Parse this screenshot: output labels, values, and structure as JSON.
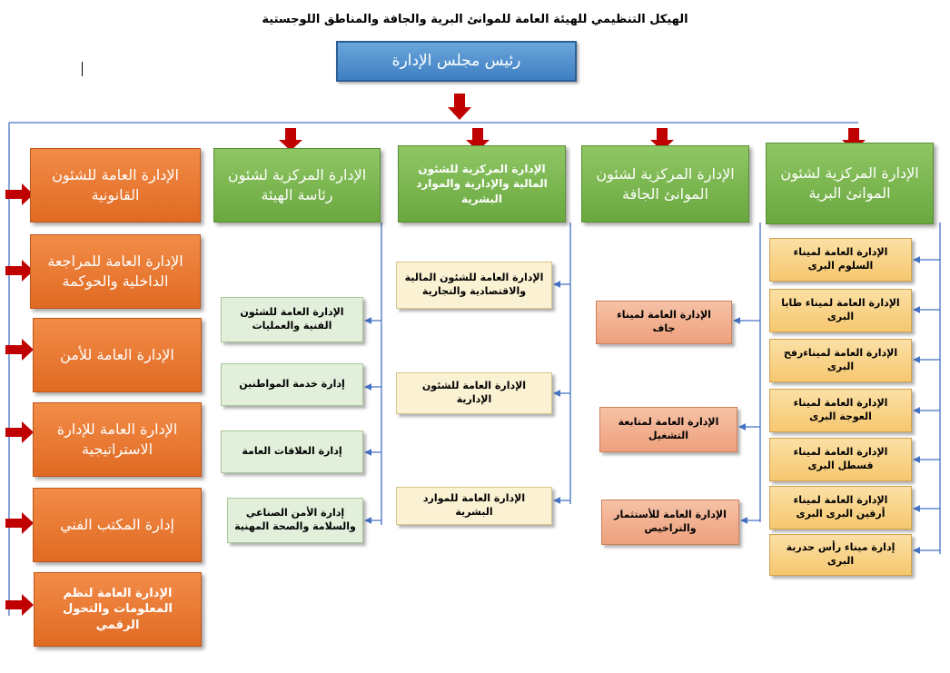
{
  "title": "الهيكل التنظيمي للهيئة العامة للموانئ البرية والجافة والمناطق اللوجستية",
  "chairman": "رئيس مجلس الإدارة",
  "central": {
    "land": "الإدارة المركزية لشئون الموانئ البرية",
    "dry": "الإدارة المركزية لشئون الموانئ الجافة",
    "finance": "الإدارة المركزية للشئون المالية والإدارية والموارد البشرية",
    "presidency": "الإدارة المركزية لشئون رئاسة الهيئة"
  },
  "general": {
    "legal": "الإدارة العامة للشئون القانونية",
    "audit": "الإدارة العامة للمراجعة الداخلية والحوكمة",
    "security": "الإدارة العامة للأمن",
    "strategy": "الإدارة العامة للإدارة الاستراتيجية",
    "tech_office": "إدارة المكتب الفني",
    "it": "الإدارة العامة لنظم المعلومات والتحول الرقمي"
  },
  "presidency_units": [
    "الإدارة العامة للشئون الفنية والعمليات",
    "إدارة خدمة المواطنين",
    "إدارة العلاقات العامة",
    "إدارة الأمن الصناعي والسلامة والصحة المهنية"
  ],
  "finance_units": [
    "الإدارة العامة للشئون المالية والاقتصادية والتجارية",
    "الإدارة العامة للشئون الإدارية",
    "الإدارة العامة للموارد البشرية"
  ],
  "dry_units": [
    "الإدارة العامة لميناء جاف",
    "الإدارة العامة لمتابعة التشغيل",
    "الإدارة العامة للأستثمار والتراخيص"
  ],
  "land_units": [
    "الإدارة العامة لميناء السلوم البرى",
    "الإدارة العامة لميناء طابا البرى",
    "الإدارة العامة لميناءرفح البرى",
    "الإدارة العامة لميناء العوجة البرى",
    "الإدارة العامة لميناء قسطل البرى",
    "الإدارة العامة لميناء أرقين البرى البرى",
    "إدارة ميناء رأس حدربة البرى"
  ],
  "colors": {
    "blue": "#4a8bd0",
    "green": "#72af45",
    "orange": "#ec7a30",
    "arrow_red": "#c00000",
    "connector_blue": "#4472c4"
  }
}
